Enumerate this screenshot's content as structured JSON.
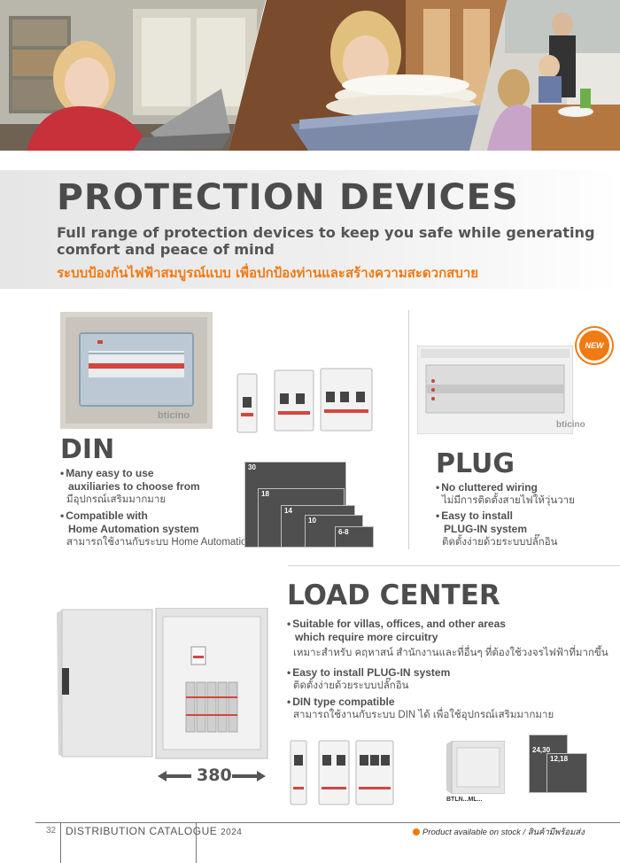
{
  "header": {
    "title": "PROTECTION  DEVICES",
    "subtitle": "Full range of protection devices to keep you safe while generating comfort and peace of mind",
    "subtitle_th": "ระบบป้องกันไฟฟ้าสมบูรณ์แบบ เพื่อปกป้องท่านและสร้างความสะดวกสบาย"
  },
  "din": {
    "heading": "DIN",
    "features": [
      {
        "en_1": "Many easy to use",
        "en_2": "auxiliaries to choose from",
        "th": "มีอุปกรณ์เสริมมากมาย"
      },
      {
        "en_1": "Compatible with",
        "en_2": "Home Automation system",
        "th": "สามารถใช้งานกับระบบ Home Automation"
      }
    ],
    "sizes": [
      "30",
      "18",
      "14",
      "10",
      "6-8"
    ],
    "brand": "bticino"
  },
  "plug": {
    "heading": "PLUG",
    "badge": "NEW",
    "features": [
      {
        "en_1": "No cluttered wiring",
        "th": "ไม่มีการติดตั้งสายไฟให้วุ่นวาย"
      },
      {
        "en_1": "Easy to install",
        "en_2": "PLUG-IN system",
        "th": "ติดตั้งง่ายด้วยระบบปลั๊กอิน"
      }
    ],
    "brand": "bticino"
  },
  "load_center": {
    "heading": "LOAD CENTER",
    "features": [
      {
        "en_1": "Suitable for villas, offices, and other areas",
        "en_2": "which require  more circuitry",
        "th": "เหมาะสำหรับ คฤหาสน์ สำนักงานและที่อื่นๆ ที่ต้องใช้วงจรไฟฟ้าที่มากขึ้น"
      },
      {
        "en_1": "Easy to install PLUG-IN system",
        "th": "ติดตั้งง่ายด้วยระบบปลั๊กอิน"
      },
      {
        "en_1": "DIN type compatible",
        "th": "สามารถใช้งานกับระบบ DIN ได้ เพื่อใช้อุปกรณ์เสริมมากมาย"
      }
    ],
    "dimension": "380",
    "model": "BTLN...ML...",
    "sizes": [
      "24,30",
      "12,18"
    ]
  },
  "footer": {
    "page": "32",
    "catalogue": "DISTRIBUTION CATALOGUE",
    "year": "2024",
    "stock_note": "Product available on stock / สินค้ามีพร้อมส่ง"
  },
  "colors": {
    "accent": "#f07a14",
    "text": "#4b4b4b",
    "chip": "#4f4f4f"
  }
}
